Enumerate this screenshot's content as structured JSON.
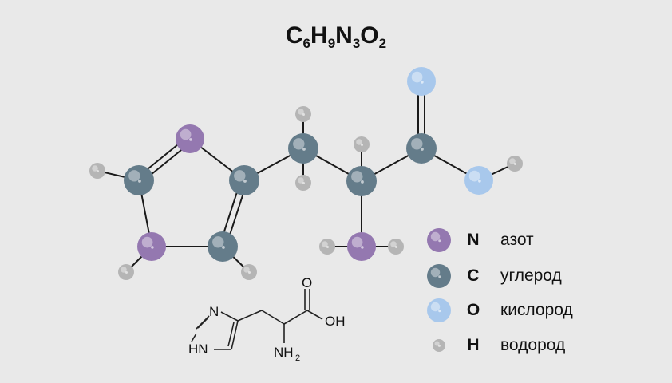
{
  "title": {
    "parts": [
      {
        "el": "C",
        "n": "6"
      },
      {
        "el": "H",
        "n": "9"
      },
      {
        "el": "N",
        "n": "3"
      },
      {
        "el": "O",
        "n": "2"
      }
    ]
  },
  "colors": {
    "N": "#9478b0",
    "C": "#647c8a",
    "O": "#a8c8ec",
    "H": "#b5b5b5"
  },
  "legend": [
    {
      "symbol": "N",
      "name": "азот"
    },
    {
      "symbol": "C",
      "name": "углерод"
    },
    {
      "symbol": "O",
      "name": "кислород"
    },
    {
      "symbol": "H",
      "name": "водород"
    }
  ],
  "structural_formula": {
    "n": "N",
    "hn": "HN",
    "o": "O",
    "oh": "OH",
    "nh": "NH",
    "sub2": "2"
  }
}
